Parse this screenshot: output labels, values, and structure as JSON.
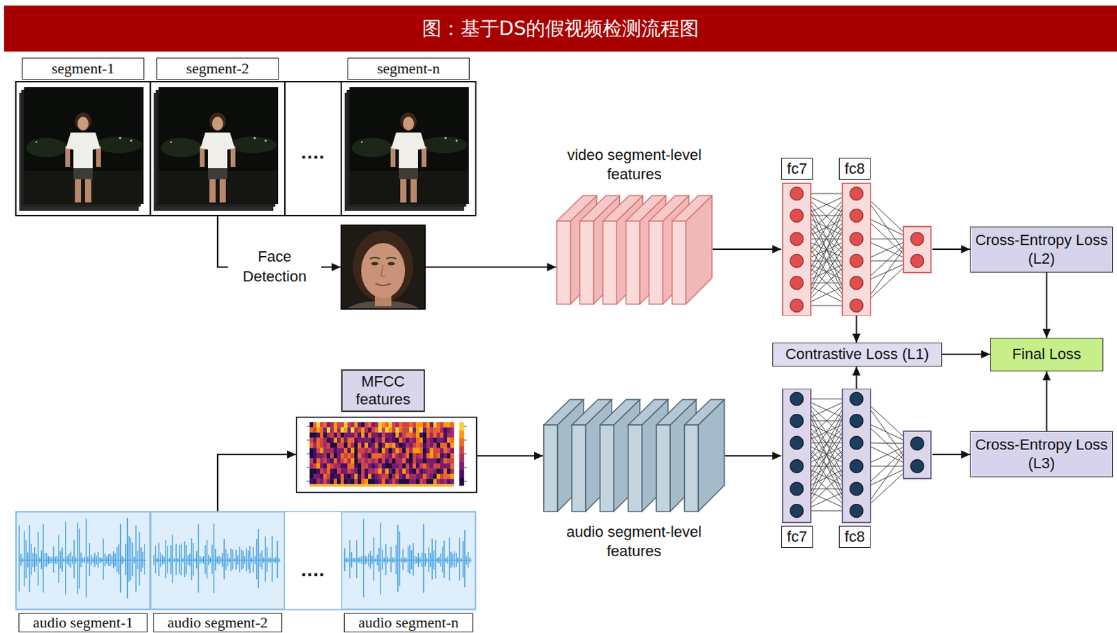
{
  "diagram": {
    "title": "图：基于DS的假视频检测流程图",
    "nodes": [
      {
        "text": [
          "segment-1"
        ]
      },
      {
        "text": [
          "segment-2"
        ]
      },
      {
        "text": [
          "segment-n"
        ]
      },
      {
        "text": [
          "video segment-level features"
        ]
      },
      {
        "text": [
          "fc7"
        ]
      },
      {
        "text": [
          "fc8"
        ]
      },
      {
        "text": [
          "Cross-Entropy Loss (L2)"
        ]
      },
      {
        "text": [
          "Contrastive Loss (L1)"
        ]
      },
      {
        "text": [
          "Final Loss"
        ]
      },
      {
        "text": [
          "MFCC features"
        ]
      },
      {
        "text": [
          "audio segment-level features"
        ]
      },
      {
        "text": [
          "fc7"
        ]
      },
      {
        "text": [
          "fc8"
        ]
      },
      {
        "text": [
          "Cross-Entropy Loss (L3)"
        ]
      },
      {
        "text": [
          "audio segment-1"
        ]
      },
      {
        "text": [
          "audio segment-2"
        ]
      },
      {
        "text": [
          "audio segment-n"
        ]
      }
    ],
    "edges": [
      {
        "from": 1,
        "to": 3,
        "label": "Face Detection",
        "arrow": "to"
      },
      {
        "from": 3,
        "to": 4,
        "arrow": "to"
      },
      {
        "from": 5,
        "to": 6,
        "arrow": "to"
      },
      {
        "from": 5,
        "to": 7,
        "arrow": "to"
      },
      {
        "from": 6,
        "to": 8,
        "arrow": "to"
      },
      {
        "from": 7,
        "to": 8,
        "arrow": "to"
      },
      {
        "from": 15,
        "to": 9,
        "arrow": "to"
      },
      {
        "from": 9,
        "to": 10,
        "arrow": "to"
      },
      {
        "from": 10,
        "to": 11,
        "arrow": "to"
      },
      {
        "from": 12,
        "to": 7,
        "arrow": "to"
      },
      {
        "from": 12,
        "to": 13,
        "arrow": "to"
      },
      {
        "from": 13,
        "to": 8,
        "arrow": "to"
      }
    ],
    "labels": [
      "....",
      "...."
    ]
  }
}
